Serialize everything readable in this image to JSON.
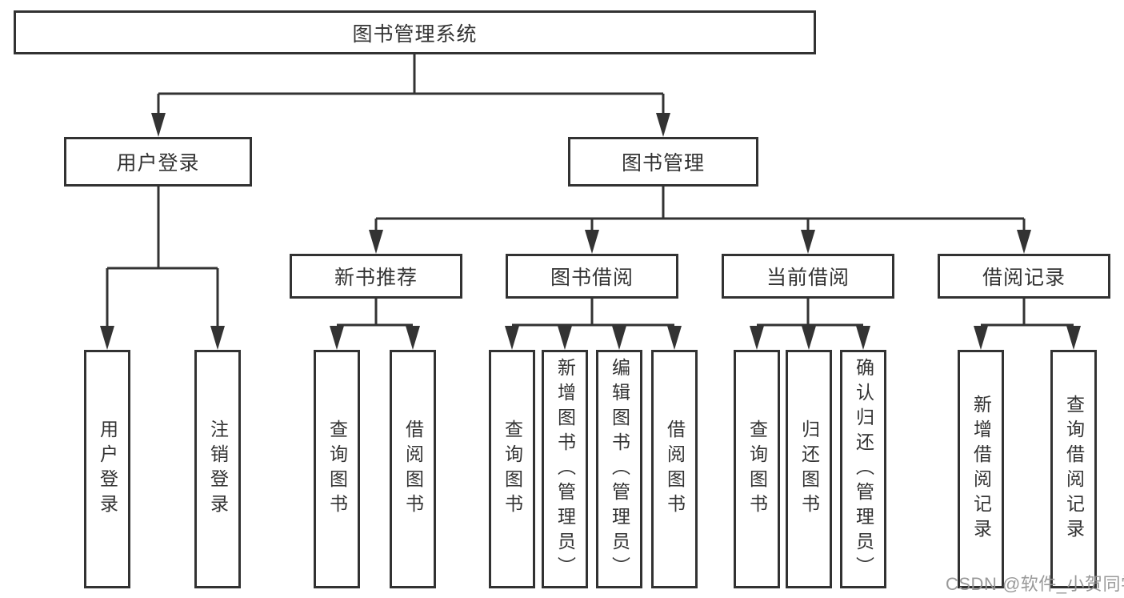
{
  "title": "图书管理系统",
  "watermark": "CSDN @软件_小贺同学",
  "colors": {
    "line": "#333333",
    "box_border": "#323232",
    "text": "#333333",
    "watermark_gray": "#949494",
    "background": "#ffffff"
  },
  "tree": {
    "root": {
      "label": "图书管理系统"
    },
    "branches": [
      {
        "label": "用户登录",
        "children": [
          {
            "label": "用户登录"
          },
          {
            "label": "注销登录"
          }
        ]
      },
      {
        "label": "图书管理",
        "children": [
          {
            "label": "新书推荐",
            "children": [
              {
                "label": "查询图书"
              },
              {
                "label": "借阅图书"
              }
            ]
          },
          {
            "label": "图书借阅",
            "children": [
              {
                "label": "查询图书"
              },
              {
                "label": "新增图书（管理员）"
              },
              {
                "label": "编辑图书（管理员）"
              },
              {
                "label": "借阅图书"
              }
            ]
          },
          {
            "label": "当前借阅",
            "children": [
              {
                "label": "查询图书"
              },
              {
                "label": "归还图书"
              },
              {
                "label": "确认归还（管理员）"
              }
            ]
          },
          {
            "label": "借阅记录",
            "children": [
              {
                "label": "新增借阅记录"
              },
              {
                "label": "查询借阅记录"
              }
            ]
          }
        ]
      }
    ]
  }
}
